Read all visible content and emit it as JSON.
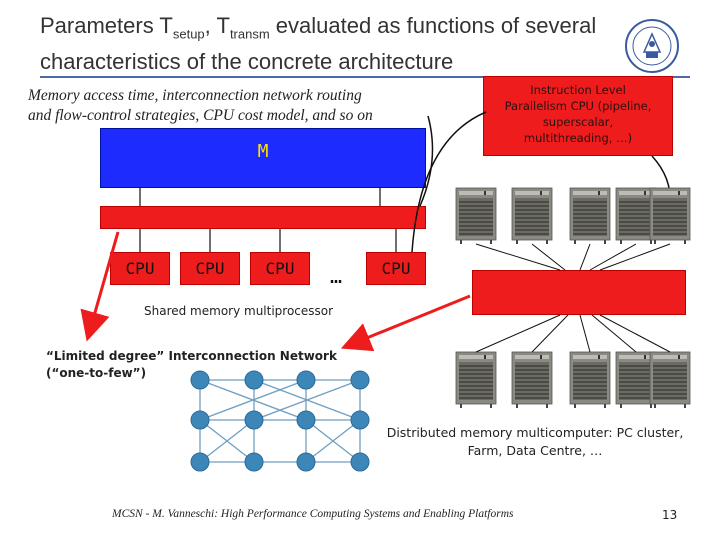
{
  "title": {
    "line1_prefix": "Parameters T",
    "sub1": "setup",
    "line1_mid": ", T",
    "sub2": "transm",
    "line1_suffix": " evaluated as functions of several",
    "line2": "characteristics of the concrete architecture"
  },
  "memory_note": {
    "line1": "Memory access time, interconnection network routing",
    "line2": "and flow-control strategies, CPU cost model, and so on"
  },
  "ilp_box": {
    "line1": "Instruction Level",
    "line2": "Parallelism CPU (pipeline,",
    "line3": "superscalar,",
    "line4": "multithreading, …)"
  },
  "shared_memory": {
    "memory_label": "M",
    "cpus": [
      "CPU",
      "CPU",
      "CPU",
      "CPU"
    ],
    "dots": "…",
    "caption": "Shared memory multiprocessor"
  },
  "interconnect": {
    "line1": "“Limited degree” Interconnection Network",
    "line2": "(“one-to-few”)"
  },
  "distributed": {
    "line1": "Distributed memory multicomputer: PC cluster,",
    "line2": "Farm, Data Centre, …"
  },
  "footer": {
    "text": "MCSN  -   M. Vanneschi: High Performance Computing Systems and Enabling Platforms",
    "page": "13"
  },
  "colors": {
    "red": "#ee1c1c",
    "blue": "#1d2bff",
    "node": "#3d87b8",
    "title_rule": "#4a6aa8"
  },
  "icons": {
    "logo": "university-seal-icon",
    "computer": "pc-tower-icon"
  }
}
